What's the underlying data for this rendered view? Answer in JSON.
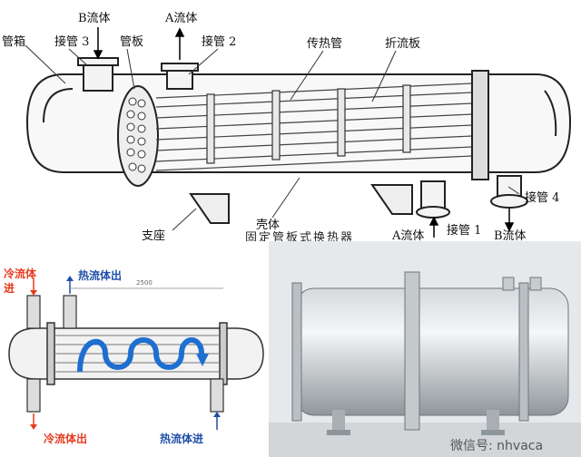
{
  "top_diagram": {
    "labels": {
      "channel_box": "管箱",
      "nozzle_3": "接管 3",
      "b_fluid_in": "B流体",
      "tube_sheet": "管板",
      "a_fluid_out": "A流体",
      "nozzle_2": "接管 2",
      "heat_tubes": "传热管",
      "baffle": "折流板",
      "nozzle_4": "接管 4",
      "support": "支座",
      "shell": "壳体",
      "a_fluid_in": "A流体",
      "nozzle_1": "接管 1",
      "b_fluid_out": "B流体"
    },
    "caption": "固定管板式换热器"
  },
  "flow_diagram": {
    "cold_in": "冷流体\n进",
    "cold_in_line1": "冷流体",
    "cold_in_line2": "进",
    "hot_out": "热流体出",
    "cold_out": "冷流体出",
    "hot_in": "热流体进",
    "dimension": "2500",
    "colors": {
      "cold": "#e83a1e",
      "hot": "#1f4fa8",
      "flow_arrow": "#1e6fd0"
    }
  },
  "photo": {
    "watermark": "微信号: nhvaca"
  }
}
